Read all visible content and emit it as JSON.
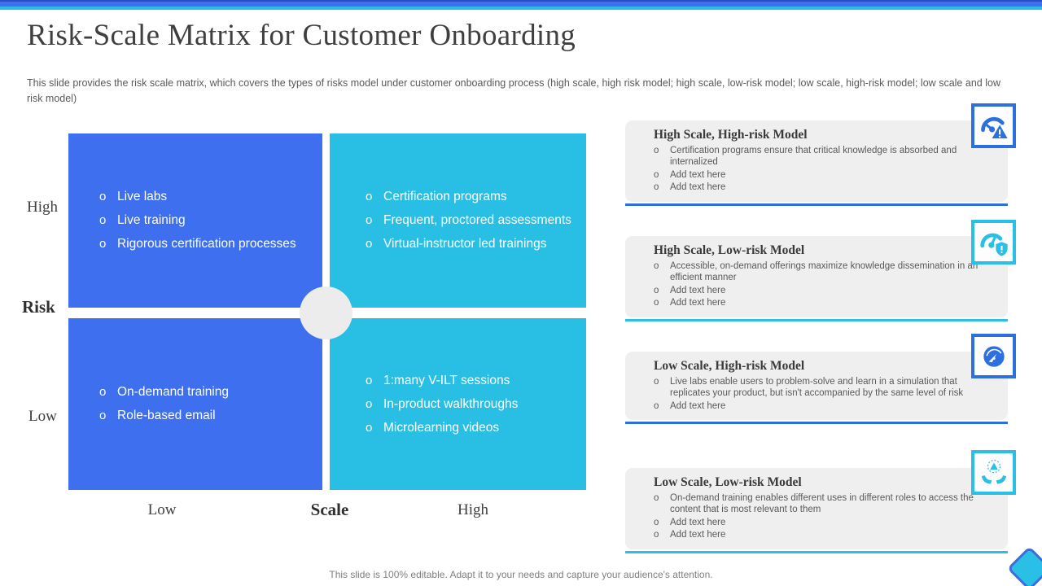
{
  "slide": {
    "title": "Risk-Scale Matrix for Customer Onboarding",
    "description": "This slide provides the risk scale matrix, which covers the types of risks model under customer onboarding process (high scale, high risk model; high scale, low-risk model; low scale, high-risk model; low scale and low risk model)",
    "footer": "This slide is 100% editable. Adapt it to your needs and capture your audience's attention."
  },
  "colors": {
    "blue": "#3D6FEF",
    "cyan": "#29BFE5",
    "accent_blue_line": "#2E6FE0",
    "accent_cyan_line": "#2ABFE4",
    "panel_bg": "#EFEFEF"
  },
  "matrix": {
    "y_axis_label": "Risk",
    "x_axis_label": "Scale",
    "y_high": "High",
    "y_low": "Low",
    "x_low": "Low",
    "x_high": "High",
    "quadrants": [
      {
        "id": "high-risk-low-scale",
        "color": "#3D6FEF",
        "items": [
          "Live labs",
          "Live training",
          "Rigorous certification processes"
        ]
      },
      {
        "id": "high-risk-high-scale",
        "color": "#29BFE5",
        "items": [
          "Certification programs",
          "Frequent, proctored assessments",
          "Virtual-instructor led trainings"
        ]
      },
      {
        "id": "low-risk-low-scale",
        "color": "#3D6FEF",
        "items": [
          "On-demand training",
          "Role-based email"
        ]
      },
      {
        "id": "low-risk-high-scale",
        "color": "#29BFE5",
        "items": [
          "1:many V-ILT sessions",
          "In-product walkthroughs",
          "Microlearning videos"
        ]
      }
    ]
  },
  "panels": [
    {
      "title": "High Scale, High-risk Model",
      "accent": "#2E6FE0",
      "icon": "gauge-warning-icon",
      "items": [
        "Certification programs ensure that critical knowledge is absorbed and internalized",
        "Add text here",
        "Add text here"
      ]
    },
    {
      "title": "High Scale, Low-risk Model",
      "accent": "#2ABFE4",
      "icon": "gauge-shield-icon",
      "items": [
        "Accessible, on-demand offerings maximize knowledge dissemination in an efficient manner",
        "Add text here",
        "Add text here"
      ]
    },
    {
      "title": "Low Scale, High-risk Model",
      "accent": "#2E6FE0",
      "icon": "gauge-dial-icon",
      "items": [
        "Live labs enable users to problem-solve and learn in a simulation that replicates your product, but isn't accompanied by the same level of risk",
        "Add text here"
      ]
    },
    {
      "title": "Low Scale, Low-risk Model",
      "accent": "#2ABFE4",
      "icon": "hands-triangle-icon",
      "items": [
        "On-demand training enables different uses in different roles to access the content that is most relevant to them",
        "Add text here",
        "Add text here"
      ]
    }
  ]
}
